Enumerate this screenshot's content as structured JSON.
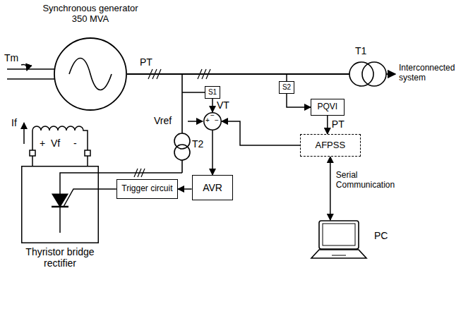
{
  "diagram": {
    "nodes": [
      {
        "text": [
          "Synchronous generator 350 MVA"
        ]
      },
      {
        "text": [
          "S1"
        ]
      },
      {
        "text": [
          "S2"
        ]
      },
      {
        "text": [
          "PQVI"
        ]
      },
      {
        "text": [
          "+",
          "−",
          "−"
        ]
      },
      {
        "text": [
          "AFPSS"
        ]
      },
      {
        "text": [
          "AVR"
        ]
      },
      {
        "text": [
          "Trigger circuit"
        ]
      },
      {
        "text": [
          "Thyristor bridge rectifier"
        ]
      },
      {
        "text": [
          "PC"
        ]
      }
    ],
    "edges": [
      {
        "from": 2,
        "to": 3,
        "arrow": "to"
      },
      {
        "from": 3,
        "to": 5,
        "arrow": "to",
        "label": "PT"
      },
      {
        "from": 5,
        "to": 9,
        "arrow": "both",
        "label": "Serial Communication"
      },
      {
        "from": 1,
        "to": 4,
        "arrow": "to",
        "label": "VT"
      },
      {
        "from": 5,
        "to": 4,
        "arrow": "to"
      },
      {
        "from": 4,
        "to": 6,
        "arrow": "to"
      },
      {
        "from": 6,
        "to": 7,
        "arrow": "to"
      },
      {
        "from": 7,
        "to": 8,
        "arrow": "none"
      }
    ],
    "labels": [
      "Tm",
      "PT",
      "T1",
      "T2",
      "Interconnected system",
      "If",
      "+",
      "Vf",
      "-",
      "Vref"
    ]
  }
}
